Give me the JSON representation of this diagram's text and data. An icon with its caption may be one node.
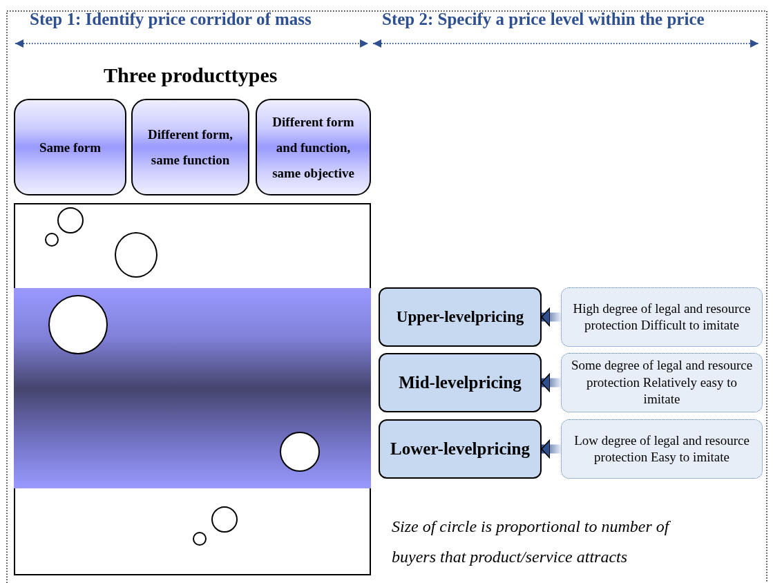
{
  "diagram": {
    "nodes": [
      {
        "text": [
          "Same form"
        ]
      },
      {
        "text": [
          "Different form, same function"
        ]
      },
      {
        "text": [
          "Different form and function, same objective"
        ]
      },
      {
        "text": [],
        "shape": "box"
      },
      {
        "text": [],
        "shape": "bar",
        "in": 3
      },
      {
        "text": [],
        "shape": "circle",
        "in": 3
      },
      {
        "text": [],
        "shape": "circle",
        "in": 3
      },
      {
        "text": [],
        "shape": "circle",
        "in": 3
      },
      {
        "text": [],
        "shape": "circle",
        "in": 4
      },
      {
        "text": [],
        "shape": "circle",
        "in": 4
      },
      {
        "text": [],
        "shape": "circle",
        "in": 3
      },
      {
        "text": [],
        "shape": "circle",
        "in": 3
      },
      {
        "text": [
          "Upper-levelpricing"
        ]
      },
      {
        "text": [
          "Mid-levelpricing"
        ]
      },
      {
        "text": [
          "Lower-levelpricing"
        ]
      },
      {
        "text": [
          "High degree of legal and resource protection Difficult to imitate"
        ]
      },
      {
        "text": [
          "Some degree of legal and resource protection Relatively easy to imitate"
        ]
      },
      {
        "text": [
          "Low degree of legal and resource protection Easy to imitate"
        ]
      }
    ],
    "edges": [
      {
        "from": 15,
        "to": 12,
        "arrow": "to",
        "style": "thick"
      },
      {
        "from": 16,
        "to": 13,
        "arrow": "to",
        "style": "thick"
      },
      {
        "from": 17,
        "to": 14,
        "arrow": "to",
        "style": "thick"
      }
    ],
    "labels": [
      "Step 1: Identify price corridor of mass",
      "Step 2: Specify a price level within the price",
      "Three producttypes",
      "Size of circle is proportional to number of buyers that product/service attracts"
    ]
  }
}
